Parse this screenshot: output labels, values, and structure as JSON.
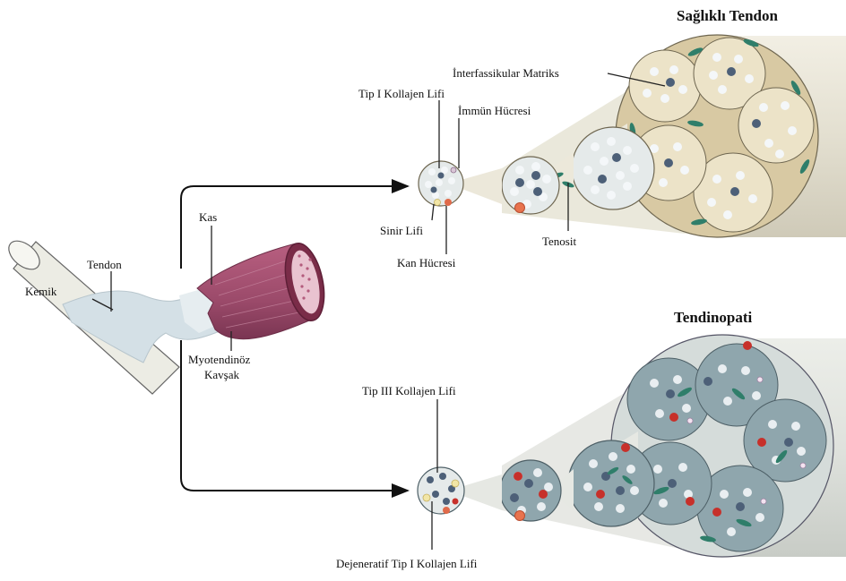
{
  "titles": {
    "healthy": "Sağlıklı Tendon",
    "pathology": "Tendinopati"
  },
  "labels": {
    "bone": "Kemik",
    "tendon": "Tendon",
    "muscle": "Kas",
    "mtj_line1": "Myotendinöz",
    "mtj_line2": "Kavşak",
    "interfascicular": "İnterfassikular Matriks",
    "collagen1": "Tip I Kollajen Lifi",
    "immune": "İmmün Hücresi",
    "nerve": "Sinir Lifi",
    "blood": "Kan Hücresi",
    "tenocyte": "Tenosit",
    "collagen3": "Tip III Kollajen Lifi",
    "degenerative": "Dejeneratif Tip I Kollajen Lifi"
  },
  "colors": {
    "healthy_matrix": "#d8c9a3",
    "healthy_fascicle": "#ece3c8",
    "fiber": "#dfe7ee",
    "diseased_fascicle": "#8fa6ad",
    "tenocyte": "#2f7e6a",
    "immune_cell": "#4d6078",
    "blood_cell": "#c7302a",
    "muscle": "#9b4a6a",
    "bone": "#e9e9e2"
  }
}
